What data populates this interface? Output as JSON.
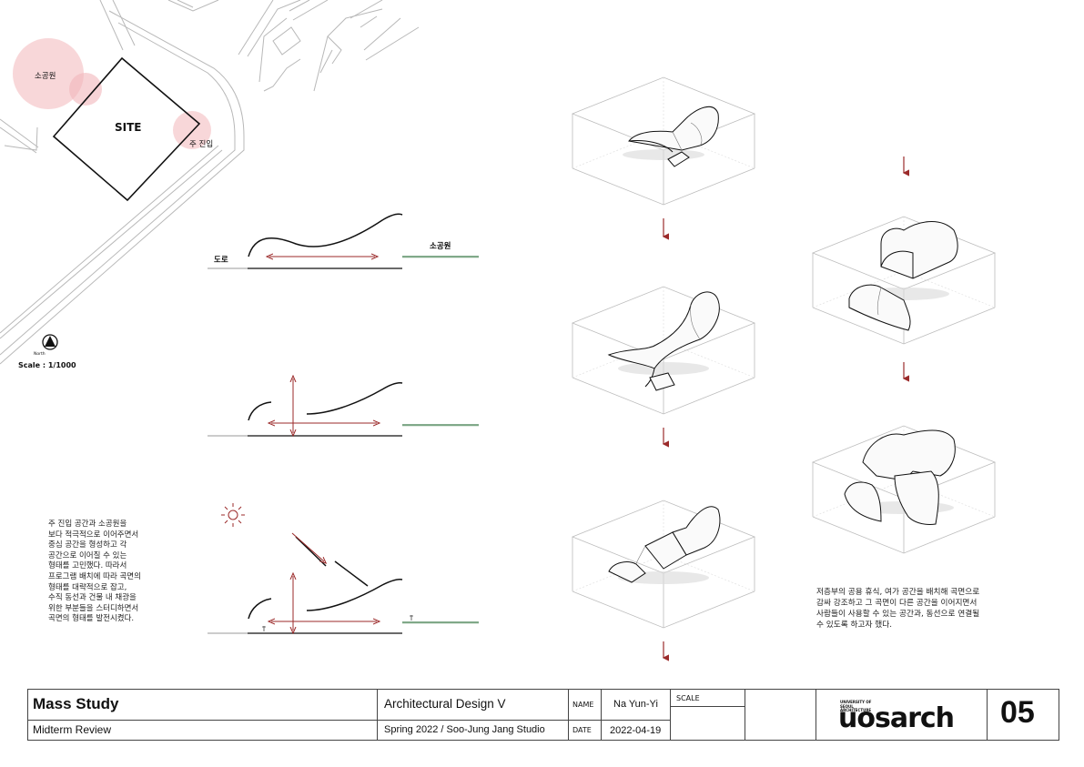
{
  "site_plan": {
    "site_label": "SITE",
    "park_label": "소공원",
    "entrance_label": "주 진입",
    "north_label": "North",
    "scale_text": "Scale : 1/1000"
  },
  "sections": {
    "road_label": "도로",
    "park_label": "소공원"
  },
  "left_description": "주 진입 공간과 소공원을\n보다 적극적으로 이어주면서\n중심 공간을 형성하고 각\n공간으로 이어질 수 있는\n형태를 고민했다. 따라서\n프로그램 배치에 따라 곡면의\n형태를 대략적으로 잡고,\n수직 동선과 건물 내 채광을\n위한 부분들을 스터디하면서\n곡면의 형태를 발전시켰다.",
  "right_description": "저층부의 공용 휴식, 여가 공간을 배치해 곡면으로\n감싸 강조하고 그 곡면이 다른 공간을 이어지면서\n사람들이 사용할 수 있는 공간과, 동선으로 연결될\n수 있도록 하고자 했다.",
  "title_block": {
    "title": "Mass Study",
    "subtitle": "Midterm Review",
    "course": "Architectural Design V",
    "semester": "Spring 2022 / Soo-Jung Jang Studio",
    "name_label": "NAME",
    "name_value": "Na Yun-Yi",
    "date_label": "DATE",
    "date_value": "2022-04-19",
    "scale_label": "SCALE",
    "logo_small": "UNIVERSITY OF SEOUL ARCHITECTURE",
    "logo_text": "uosarch",
    "sheet_number": "05"
  },
  "colors": {
    "accent_red": "#9b2a2a",
    "pink_circle": "#f6c9cc",
    "ground_green": "#3c7a4a"
  }
}
